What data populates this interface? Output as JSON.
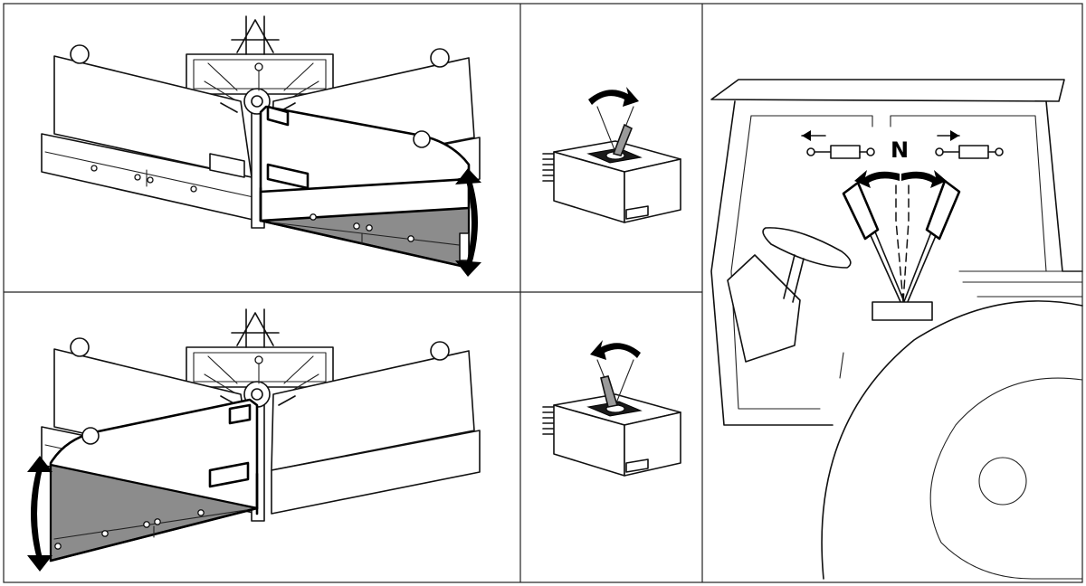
{
  "neutral_label": "N",
  "panels": {
    "blade_right": {
      "name": "blade-right-wing-panel"
    },
    "blade_left": {
      "name": "blade-left-wing-panel"
    },
    "lever_forward": {
      "name": "control-lever-forward-panel"
    },
    "lever_back": {
      "name": "control-lever-back-panel"
    },
    "cab": {
      "name": "tractor-cab-panel"
    }
  },
  "colors": {
    "line": "#111111",
    "shaded_wing": "#8c8c8c",
    "background": "#ffffff"
  }
}
